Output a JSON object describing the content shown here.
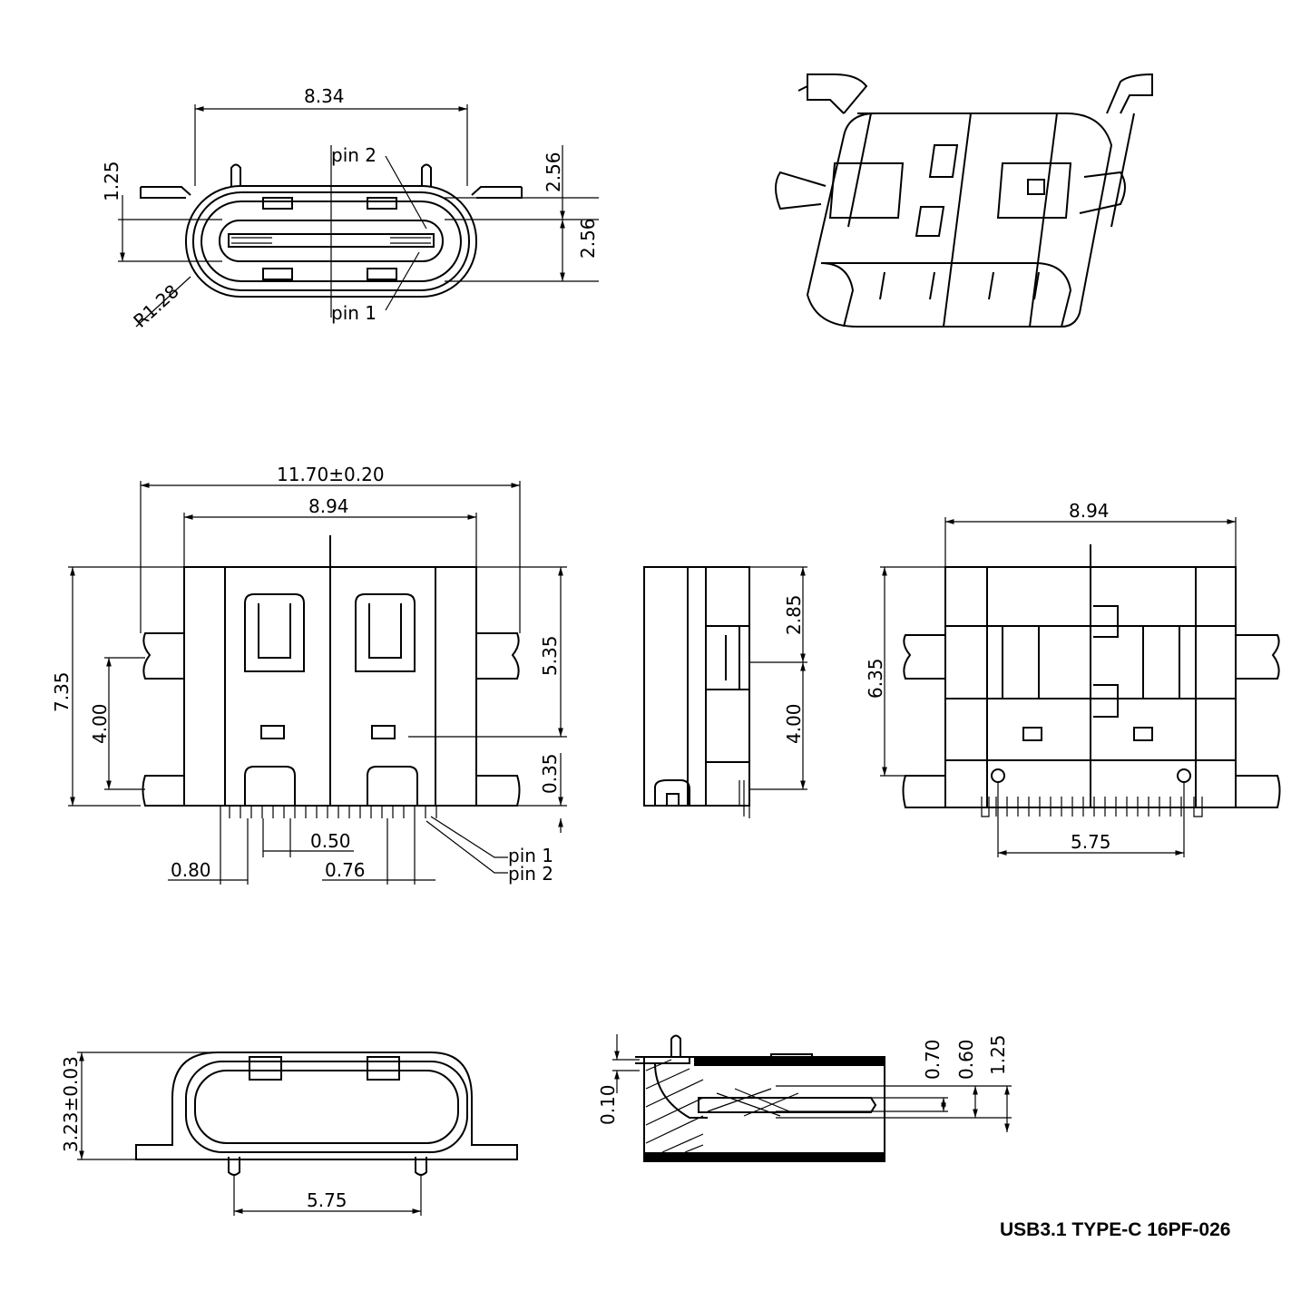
{
  "title": "USB3.1 TYPE-C 16PF-026",
  "front_view": {
    "width": "8.34",
    "pin2": "pin 2",
    "pin1": "pin 1",
    "tab_height": "1.25",
    "upper_height": "2.56",
    "lower_height": "2.56",
    "radius": "R1.28"
  },
  "top_view": {
    "overall_width": "11.70±0.20",
    "body_width": "8.94",
    "overall_length": "7.35",
    "tab_pitch": "4.00",
    "body_length": "5.35",
    "pin_offset": "0.35",
    "pin_pitch": "0.50",
    "edge_to_pin": "0.80",
    "pin_gap": "0.76",
    "pin1": "pin  1",
    "pin2": "pin  2"
  },
  "side_view": {
    "upper": "2.85",
    "lower": "4.00"
  },
  "bottom_view": {
    "body_width": "8.94",
    "length": "6.35",
    "peg_pitch": "5.75"
  },
  "rear_view": {
    "height": "3.23±0.03",
    "peg_pitch": "5.75"
  },
  "section_view": {
    "offset": "0.10",
    "d1": "0.70",
    "d2": "0.60",
    "d3": "1.25"
  }
}
